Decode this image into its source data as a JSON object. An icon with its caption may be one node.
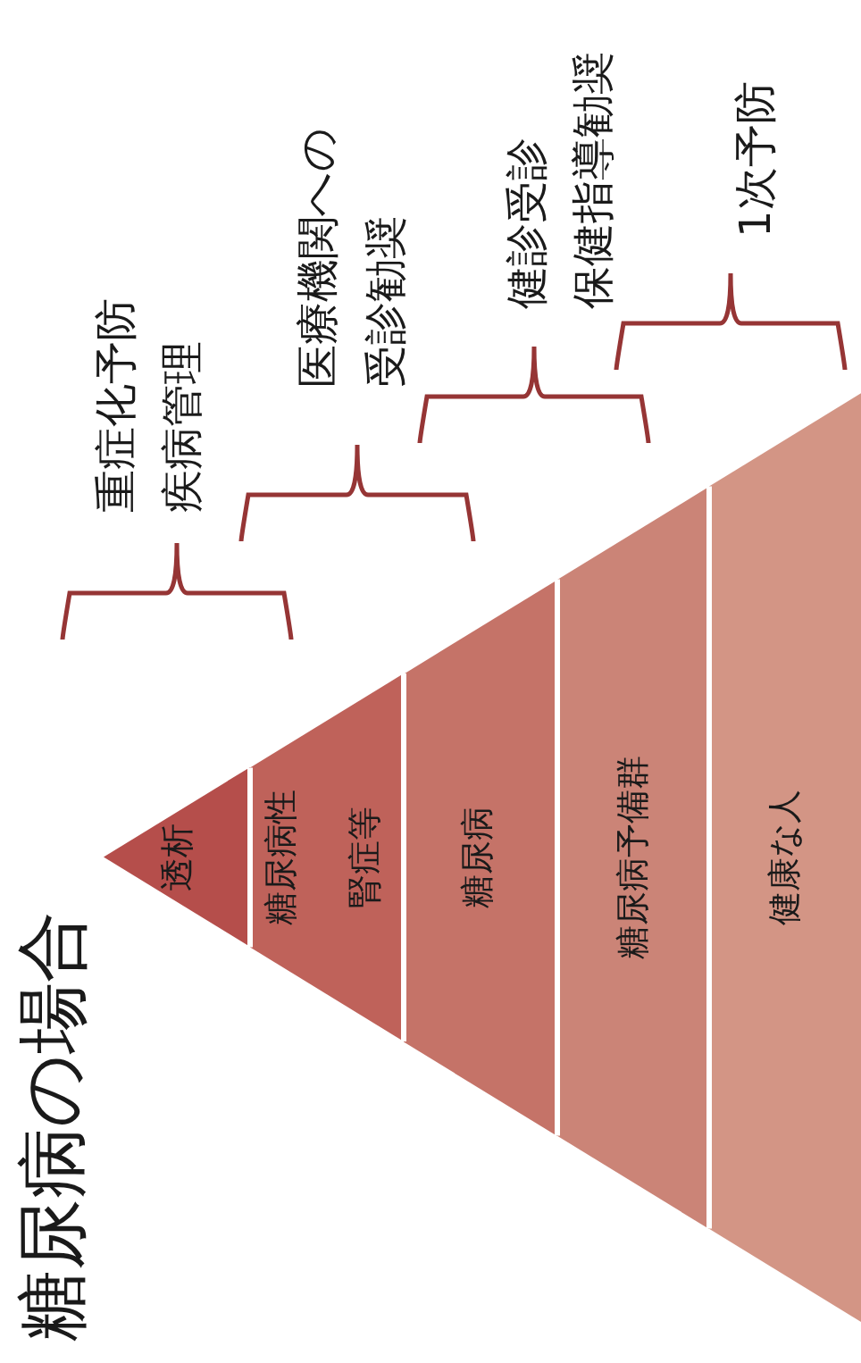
{
  "diagram": {
    "title": "糖尿病の場合",
    "nodes": [
      {
        "text": [
          "透析"
        ]
      },
      {
        "text": [
          "糖尿病性",
          "腎症等"
        ]
      },
      {
        "text": [
          "糖尿病"
        ]
      },
      {
        "text": [
          "糖尿病予備群"
        ]
      },
      {
        "text": [
          "健康な人"
        ]
      }
    ],
    "edges": [],
    "labels": [
      "重症化予防",
      "疾病管理",
      "医療機関への",
      "受診勧奨",
      "健診受診",
      "保健指導勧奨",
      "1次予防"
    ]
  }
}
